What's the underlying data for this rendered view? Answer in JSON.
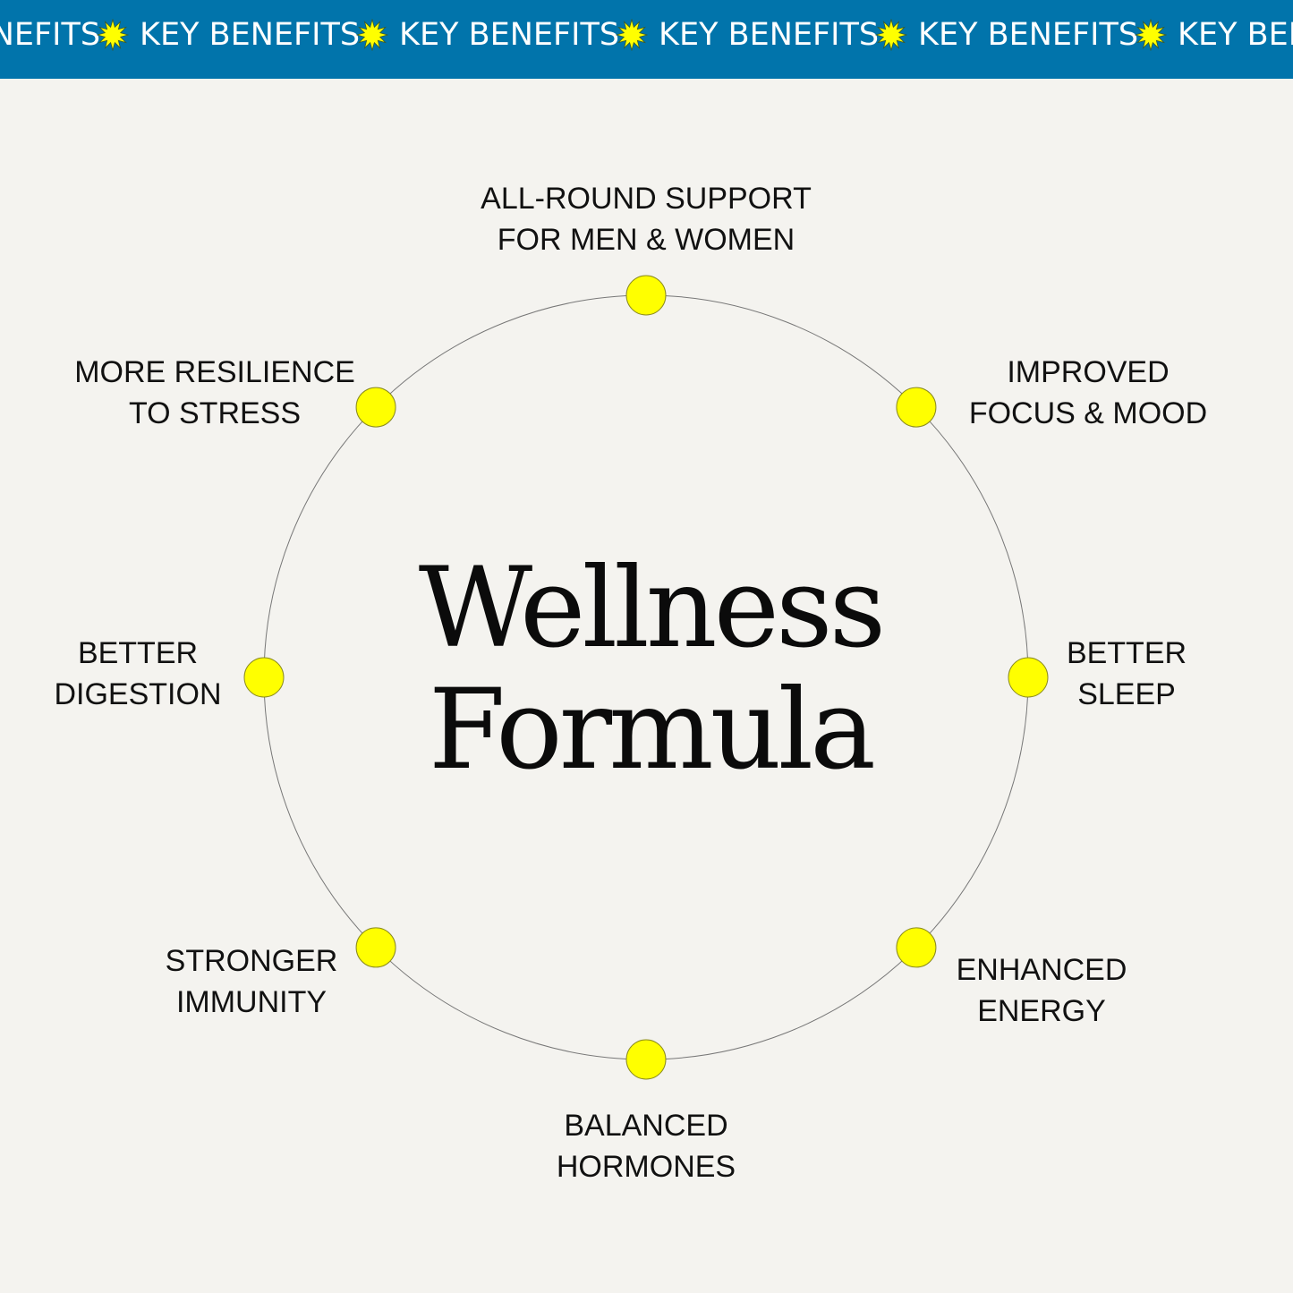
{
  "banner": {
    "text": "KEY BENEFITS",
    "background_color": "#0174ab",
    "separator_icon": "starburst-icon",
    "separator_color": "#ffff00"
  },
  "title": {
    "line1": "Wellness",
    "line2": "Formula"
  },
  "benefits": [
    {
      "line1": "ALL-ROUND SUPPORT",
      "line2": "FOR MEN & WOMEN"
    },
    {
      "line1": "IMPROVED",
      "line2": "FOCUS & MOOD"
    },
    {
      "line1": "BETTER",
      "line2": "SLEEP"
    },
    {
      "line1": "ENHANCED",
      "line2": "ENERGY"
    },
    {
      "line1": "BALANCED",
      "line2": "HORMONES"
    },
    {
      "line1": "STRONGER",
      "line2": "IMMUNITY"
    },
    {
      "line1": "BETTER",
      "line2": "DIGESTION"
    },
    {
      "line1": "MORE RESILIENCE",
      "line2": "TO STRESS"
    }
  ],
  "dot_color": "#ffff00"
}
